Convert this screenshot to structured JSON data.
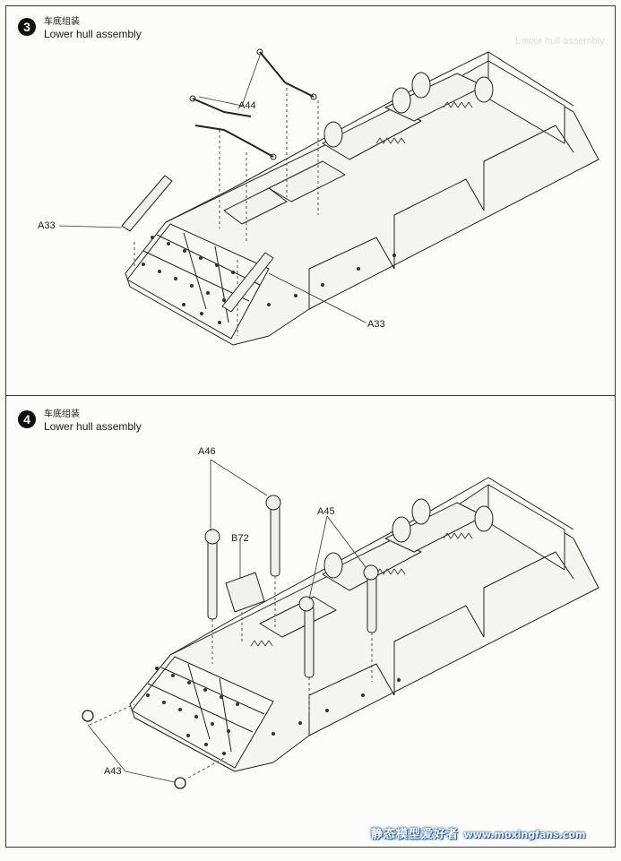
{
  "steps": [
    {
      "number": "3",
      "title_zh": "车底组装",
      "title_en": "Lower hull assembly",
      "callouts": [
        "A44",
        "A33",
        "A33"
      ]
    },
    {
      "number": "4",
      "title_zh": "车底组装",
      "title_en": "Lower hull assembly",
      "callouts": [
        "A46",
        "B72",
        "A45",
        "A43"
      ]
    }
  ],
  "watermark": {
    "name": "静态模型爱好者",
    "url": "www.moxingfans.com"
  },
  "bleed_through": {
    "title_en": "Lower hull assembly"
  }
}
